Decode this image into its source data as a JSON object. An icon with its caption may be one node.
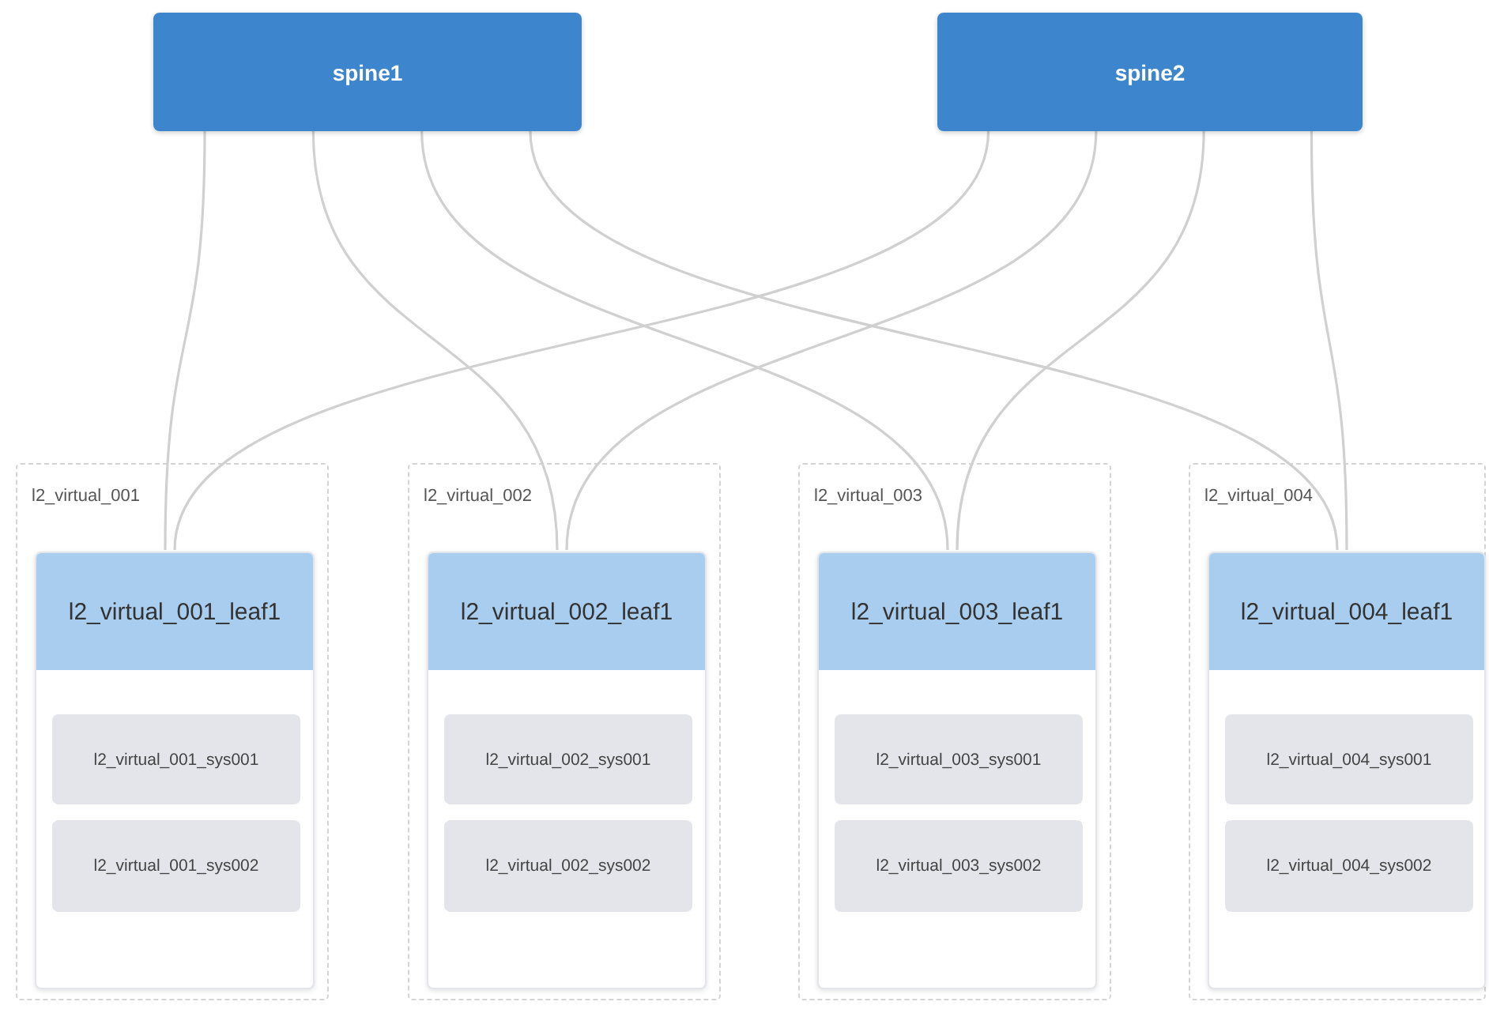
{
  "diagram": {
    "nodes": [
      {
        "text": [
          "spine1"
        ]
      },
      {
        "text": [
          "spine2"
        ]
      },
      {
        "text": [
          "l2_virtual_001"
        ]
      },
      {
        "text": [
          "l2_virtual_001_leaf1"
        ],
        "in": 2
      },
      {
        "text": [
          "l2_virtual_001_sys001"
        ],
        "in": 3
      },
      {
        "text": [
          "l2_virtual_001_sys002"
        ],
        "in": 3
      },
      {
        "text": [
          "l2_virtual_002"
        ]
      },
      {
        "text": [
          "l2_virtual_002_leaf1"
        ],
        "in": 6
      },
      {
        "text": [
          "l2_virtual_002_sys001"
        ],
        "in": 7
      },
      {
        "text": [
          "l2_virtual_002_sys002"
        ],
        "in": 7
      },
      {
        "text": [
          "l2_virtual_003"
        ]
      },
      {
        "text": [
          "l2_virtual_003_leaf1"
        ],
        "in": 10
      },
      {
        "text": [
          "l2_virtual_003_sys001"
        ],
        "in": 11
      },
      {
        "text": [
          "l2_virtual_003_sys002"
        ],
        "in": 11
      },
      {
        "text": [
          "l2_virtual_004"
        ]
      },
      {
        "text": [
          "l2_virtual_004_leaf1"
        ],
        "in": 14
      },
      {
        "text": [
          "l2_virtual_004_sys001"
        ],
        "in": 15
      },
      {
        "text": [
          "l2_virtual_004_sys002"
        ],
        "in": 15
      }
    ],
    "edges": [
      {
        "from": 0,
        "to": 3,
        "arrow": "none"
      },
      {
        "from": 0,
        "to": 7,
        "arrow": "none"
      },
      {
        "from": 0,
        "to": 11,
        "arrow": "none"
      },
      {
        "from": 0,
        "to": 15,
        "arrow": "none"
      },
      {
        "from": 1,
        "to": 3,
        "arrow": "none"
      },
      {
        "from": 1,
        "to": 7,
        "arrow": "none"
      },
      {
        "from": 1,
        "to": 11,
        "arrow": "none"
      },
      {
        "from": 1,
        "to": 15,
        "arrow": "none"
      }
    ]
  }
}
